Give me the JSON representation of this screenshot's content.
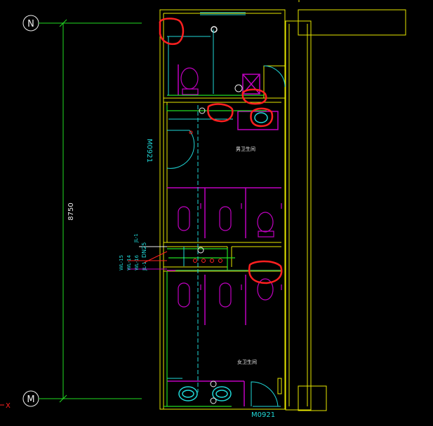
{
  "drawing": {
    "background": "#000000",
    "colors": {
      "yellow": "#E8E800",
      "green": "#22DD22",
      "cyan": "#20D8D8",
      "magenta": "#C000C0",
      "white": "#EEEEEE",
      "red": "#FF2020"
    },
    "grid_axes": [
      {
        "label": "N"
      },
      {
        "label": "M"
      }
    ],
    "dimension": "8750",
    "coord_marker": "X",
    "door_tags": {
      "left": "M0921",
      "bottom": "M0921"
    },
    "rooms": {
      "mens_restroom": "男卫生间",
      "womens_restroom": "女卫生间"
    },
    "pipe_labels": {
      "label_1": "WL-15",
      "label_2": "WL-14",
      "label_3": "WL-16",
      "label_4": "JL-1",
      "label_5": "JL-1"
    },
    "dimension_small": "DN25",
    "annotation_count": 6
  }
}
